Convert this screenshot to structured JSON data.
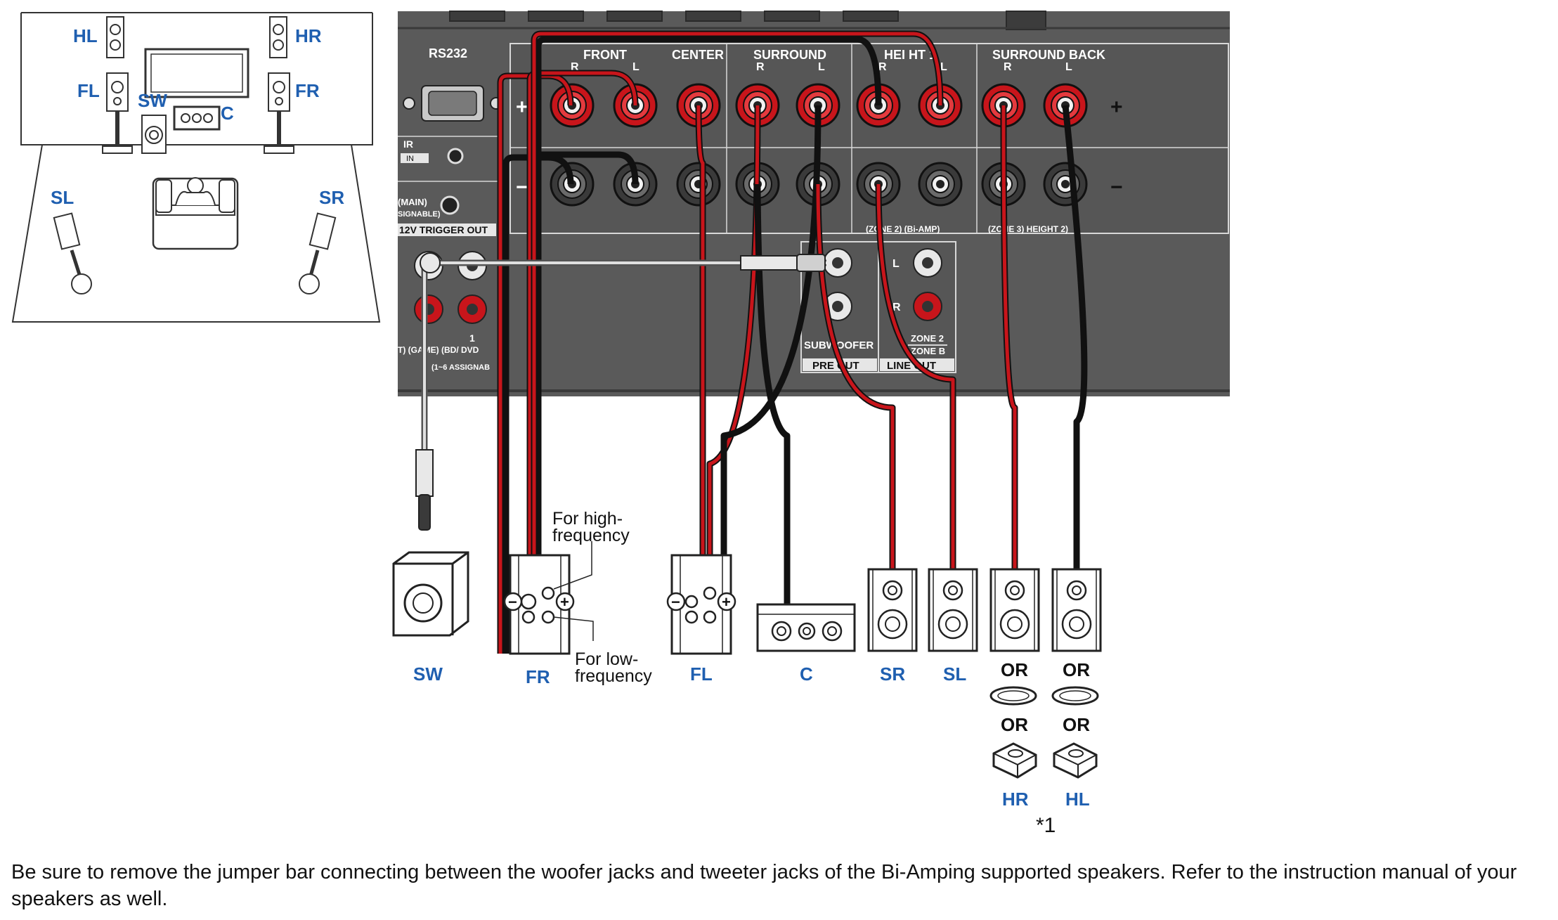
{
  "room_layout": {
    "labels": {
      "hl": "HL",
      "hr": "HR",
      "fl": "FL",
      "fr": "FR",
      "sw": "SW",
      "c": "C",
      "sl": "SL",
      "sr": "SR"
    }
  },
  "panel": {
    "labels": {
      "rs232": "RS232",
      "front": "FRONT",
      "center": "CENTER",
      "surround": "SURROUND",
      "height1": "HEI  HT 1",
      "surround_back": "SURROUND BACK",
      "r": "R",
      "l": "L",
      "plus": "+",
      "minus": "−",
      "ir": "IR",
      "in": "IN",
      "main": "(MAIN)",
      "signable": "SIGNABLE)",
      "trigger": "12V TRIGGER OUT",
      "zone2_biamp": "(ZONE 2)  (Bi-AMP)",
      "zone3_height2": "(ZONE 3)  HEIGHT 2)",
      "subwoofer": "SUBWOOFER",
      "pre_out": "PRE OUT",
      "zone2": "ZONE 2",
      "zoneb": "ZONE B",
      "line_out": "LINE OUT",
      "one": "1",
      "game_bd": "T)  (GAME)  (BD/ DVD",
      "assignable": "(1~6 ASSIGNAB"
    }
  },
  "speakers": {
    "sw": "SW",
    "fr": "FR",
    "fl": "FL",
    "c": "C",
    "sr": "SR",
    "sl": "SL",
    "hr": "HR",
    "hl": "HL",
    "or": "OR",
    "note_ref": "*1",
    "high_freq_line1": "For high-",
    "high_freq_line2": "frequency",
    "low_freq_line1": "For low-",
    "low_freq_line2": "frequency"
  },
  "footer_note": "Be sure to remove the jumper bar connecting between the woofer jacks and tweeter jacks of the Bi-Amping supported speakers. Refer to the instruction manual of your speakers as well.",
  "colors": {
    "label_blue": "#1f5fb0",
    "panel_gray": "#5a5a5a",
    "cable_red": "#c8151b",
    "cable_black": "#111111"
  }
}
